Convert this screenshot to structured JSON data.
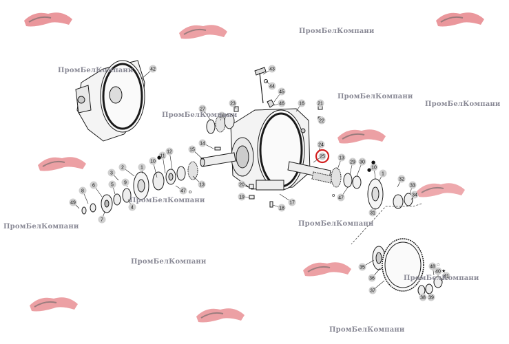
{
  "watermark": "ПромБелКомпани",
  "callouts": [
    {
      "id": "c42",
      "label": "42"
    },
    {
      "id": "c43",
      "label": "43"
    },
    {
      "id": "c44",
      "label": "44"
    },
    {
      "id": "c45",
      "label": "45"
    },
    {
      "id": "c46",
      "label": "46"
    },
    {
      "id": "c23",
      "label": "23"
    },
    {
      "id": "c16",
      "label": "16"
    },
    {
      "id": "c21",
      "label": "21"
    },
    {
      "id": "c22",
      "label": "22"
    },
    {
      "id": "c27",
      "label": "27"
    },
    {
      "id": "c26",
      "label": "26"
    },
    {
      "id": "c14",
      "label": "14"
    },
    {
      "id": "c15",
      "label": "15"
    },
    {
      "id": "c12",
      "label": "12"
    },
    {
      "id": "c11",
      "label": "11"
    },
    {
      "id": "c10",
      "label": "10"
    },
    {
      "id": "c13",
      "label": "13"
    },
    {
      "id": "c47",
      "label": "47"
    },
    {
      "id": "c9",
      "label": "9"
    },
    {
      "id": "c2",
      "label": "2"
    },
    {
      "id": "c1",
      "label": "1"
    },
    {
      "id": "c3",
      "label": "3"
    },
    {
      "id": "c5",
      "label": "5"
    },
    {
      "id": "c4",
      "label": "4"
    },
    {
      "id": "c6",
      "label": "6"
    },
    {
      "id": "c8",
      "label": "8"
    },
    {
      "id": "c7",
      "label": "7"
    },
    {
      "id": "c49",
      "label": "49"
    },
    {
      "id": "c24",
      "label": "24"
    },
    {
      "id": "c25",
      "label": "25"
    },
    {
      "id": "c20",
      "label": "20"
    },
    {
      "id": "c19",
      "label": "19"
    },
    {
      "id": "c17",
      "label": "17"
    },
    {
      "id": "c18",
      "label": "18"
    },
    {
      "id": "c13b",
      "label": "13"
    },
    {
      "id": "c29",
      "label": "29"
    },
    {
      "id": "c30",
      "label": "30"
    },
    {
      "id": "c10b",
      "label": "10"
    },
    {
      "id": "c1b",
      "label": "1"
    },
    {
      "id": "c32",
      "label": "32"
    },
    {
      "id": "c47b",
      "label": "47"
    },
    {
      "id": "c33",
      "label": "33"
    },
    {
      "id": "c34",
      "label": "34"
    },
    {
      "id": "c31",
      "label": "31"
    },
    {
      "id": "c35",
      "label": "35"
    },
    {
      "id": "c36",
      "label": "36"
    },
    {
      "id": "c37",
      "label": "37"
    },
    {
      "id": "c48",
      "label": "48"
    },
    {
      "id": "c40",
      "label": "40"
    },
    {
      "id": "c41",
      "label": "41"
    },
    {
      "id": "c38",
      "label": "38"
    },
    {
      "id": "c39",
      "label": "39"
    }
  ],
  "highlighted_callout": "25",
  "marker_colors": {
    "highlight": "#d31f1f",
    "bubble": "#cfcfcf",
    "line": "#1a1a1a",
    "logo": "#d9414a"
  }
}
